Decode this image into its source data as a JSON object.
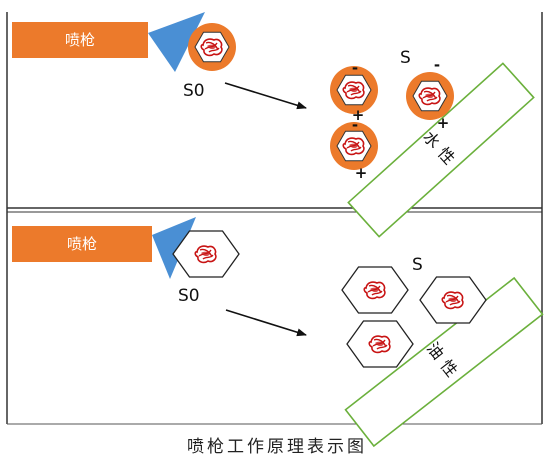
{
  "panel_top": {
    "gun_label": "喷枪",
    "s0_label": "S0",
    "s_label": "S",
    "surface_label": "水性",
    "charge_plus": "+",
    "charge_minus": "-"
  },
  "panel_bottom": {
    "gun_label": "喷枪",
    "s0_label": "S0",
    "s_label": "S",
    "surface_label": "油性"
  },
  "caption": "喷枪工作原理表示图",
  "colors": {
    "gun_body": "#ec7a2b",
    "nozzle": "#4a8fd4",
    "particle_ring": "#ec7a2b",
    "particle_core": "#c81414",
    "surface_border": "#6bb03c",
    "frame": "#333333"
  }
}
